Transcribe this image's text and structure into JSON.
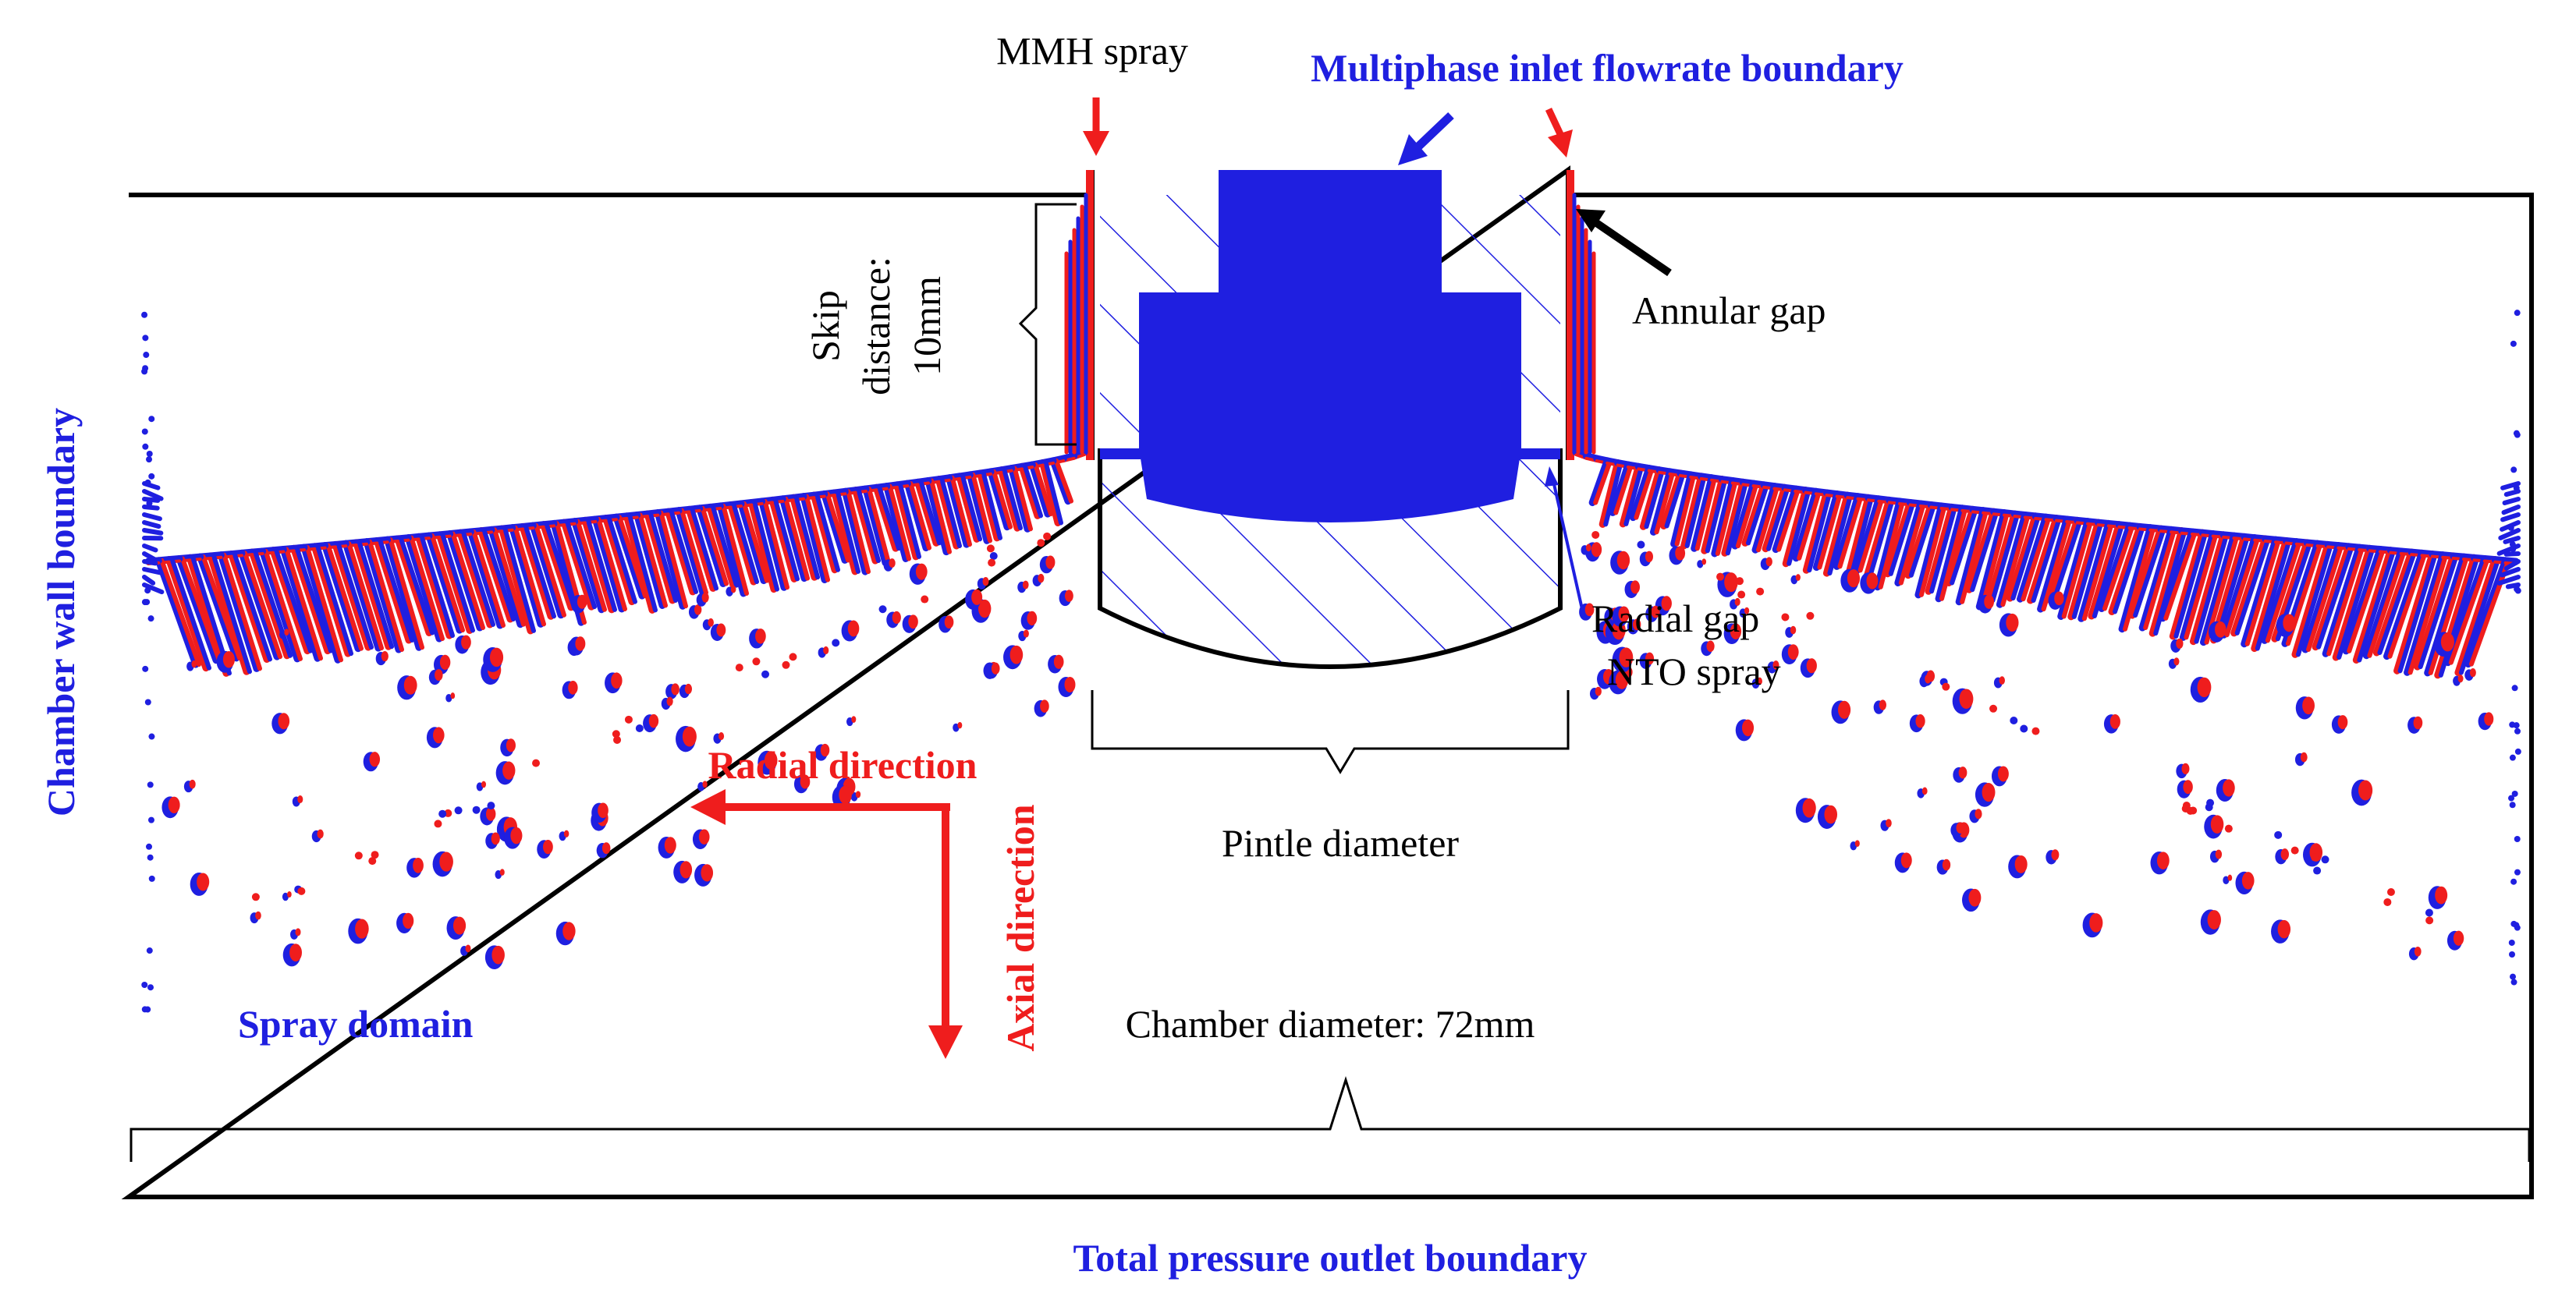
{
  "labels": {
    "mmh_spray": "MMH spray",
    "inlet_boundary": "Multiphase inlet flowrate boundary",
    "skip_line1": "Skip",
    "skip_line2": "distance:",
    "skip_line3": "10mm",
    "annular_gap": "Annular gap",
    "radial_gap": "Radial gap",
    "nto_spray": "NTO spray",
    "pintle_diameter": "Pintle diameter",
    "radial_direction": "Radial direction",
    "axial_direction": "Axial direction",
    "spray_domain": "Spray domain",
    "chamber_diameter": "Chamber diameter: 72mm",
    "wall_boundary": "Chamber wall boundary",
    "outlet_boundary": "Total pressure outlet boundary"
  },
  "colors": {
    "oxidizer_blue": "#1f1fe0",
    "fuel_red": "#ef1d1d",
    "outline": "#000000"
  }
}
